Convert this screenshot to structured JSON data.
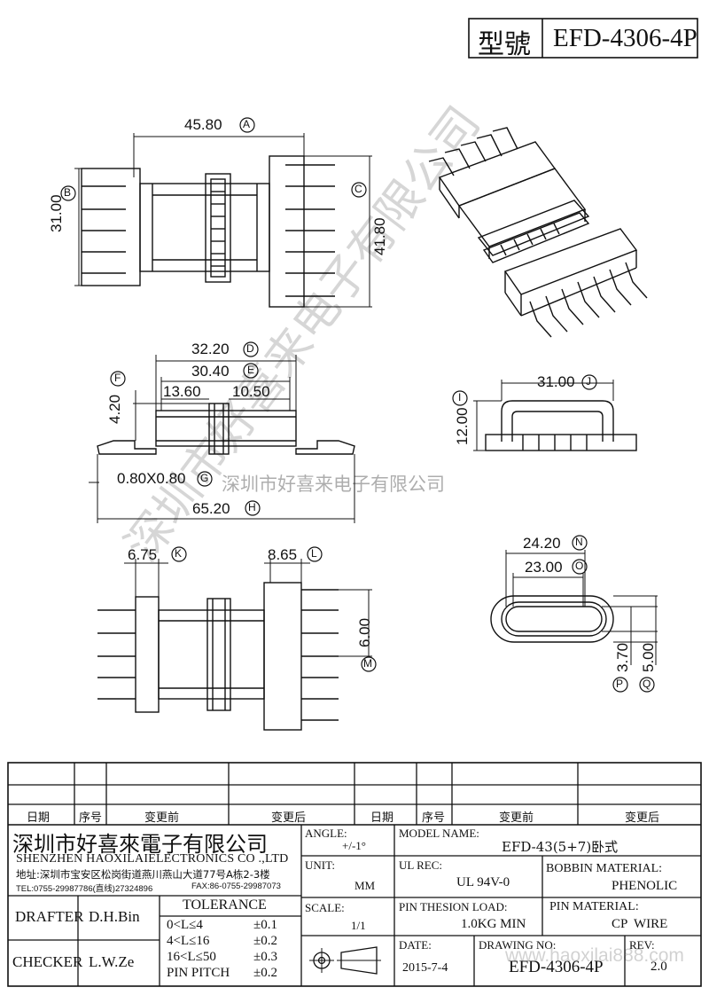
{
  "header": {
    "model_label": "型號",
    "model_value": "EFD-4306-4P"
  },
  "dimensions": {
    "A": "45.80",
    "B": "31.00",
    "C": "41.80",
    "D": "32.20",
    "E": "30.40",
    "F": "4.20",
    "G": "0.80X0.80",
    "H": "65.20",
    "I": "12.00",
    "J": "31.00",
    "K": "6.75",
    "L": "8.65",
    "M": "6.00",
    "N": "24.20",
    "O": "23.00",
    "P": "3.70",
    "Q": "5.00",
    "d1360": "13.60",
    "d1050": "10.50"
  },
  "markers": {
    "A": "A",
    "B": "B",
    "C": "C",
    "D": "D",
    "E": "E",
    "F": "F",
    "G": "G",
    "H": "H",
    "I": "I",
    "J": "J",
    "K": "K",
    "L": "L",
    "M": "M",
    "N": "N",
    "O": "O",
    "P": "P",
    "Q": "Q"
  },
  "watermark": {
    "diagonal": "深圳市好喜来电子有限公司",
    "horizontal": "深圳市好喜来电子有限公司",
    "url": "www.haoxilai888.com"
  },
  "revision_table": {
    "date": "日期",
    "no": "序号",
    "before": "变更前",
    "after": "变更后"
  },
  "company": {
    "name_cn": "深圳市好喜來電子有限公司",
    "name_en": "SHENZHEN HAOXILAIELECTRONICS CO .,LTD",
    "address": "地址:深圳市宝安区松岗街道燕川燕山大道77号A栋2-3楼",
    "tel": "TEL:0755-29987786(直线)27324896",
    "fax": "FAX:86-0755-29987073"
  },
  "title_block": {
    "angle_label": "ANGLE:",
    "angle_value": "+/-1°",
    "unit_label": "UNIT:",
    "unit_value": "MM",
    "scale_label": "SCALE:",
    "scale_value": "1/1",
    "model_name_label": "MODEL NAME:",
    "model_name_value": "EFD-43(5+7)卧式",
    "ul_rec_label": "UL REC:",
    "ul_rec_value": "UL 94V-0",
    "bobbin_label": "BOBBIN MATERIAL:",
    "bobbin_value": "PHENOLIC",
    "pin_load_label": "PIN THESION LOAD:",
    "pin_load_value": "1.0KG MIN",
    "pin_material_label": "PIN MATERIAL:",
    "pin_material_value": "CP  WIRE",
    "date_label": "DATE:",
    "date_value": "2015-7-4",
    "drawing_no_label": "DRAWING NO:",
    "drawing_no_value": "EFD-4306-4P",
    "rev_label": "REV:",
    "rev_value": "2.0",
    "drafter_label": "DRAFTER",
    "drafter_value": "D.H.Bin",
    "checker_label": "CHECKER",
    "checker_value": "L.W.Ze",
    "tolerance_title": "TOLERANCE",
    "tolerance_rows": [
      {
        "range": "0<L≤4",
        "value": "±0.1"
      },
      {
        "range": "4<L≤16",
        "value": "±0.2"
      },
      {
        "range": "16<L≤50",
        "value": "±0.3"
      },
      {
        "range": "PIN PITCH",
        "value": "±0.2"
      }
    ]
  }
}
